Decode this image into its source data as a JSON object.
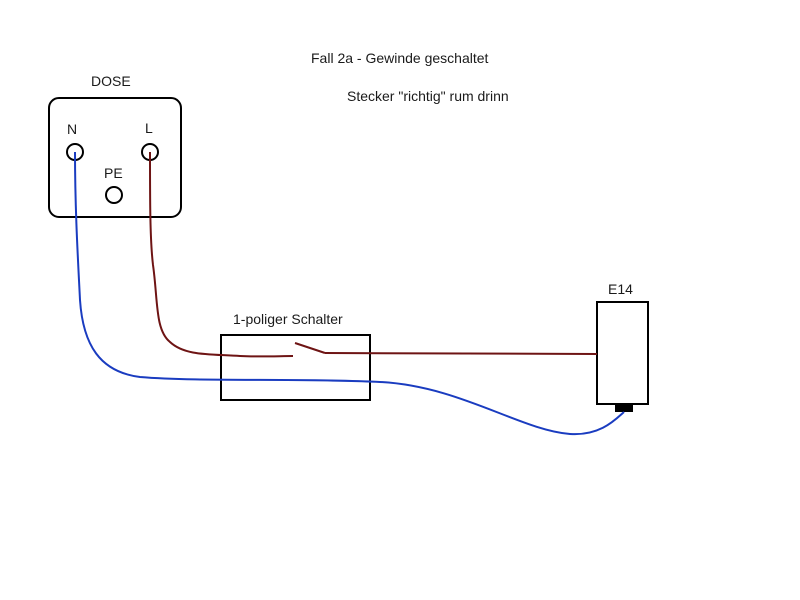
{
  "title": "Fall 2a - Gewinde geschaltet",
  "subtitle": "Stecker \"richtig\" rum drinn",
  "outlet": {
    "label": "DOSE",
    "terminal_n": "N",
    "terminal_l": "L",
    "terminal_pe": "PE"
  },
  "switch": {
    "label": "1-poliger Schalter"
  },
  "lamp": {
    "label": "E14"
  },
  "colors": {
    "live_wire": "#6e1414",
    "neutral_wire": "#1a3cc0",
    "outline": "#000000"
  }
}
